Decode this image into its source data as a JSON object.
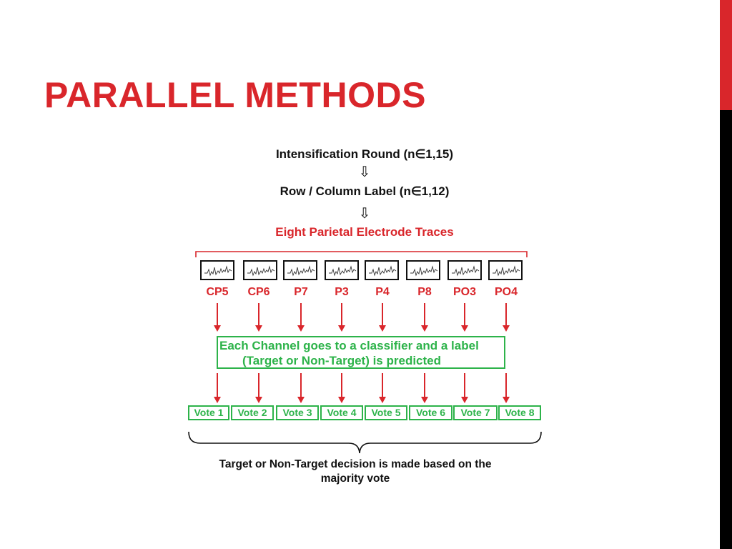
{
  "slide": {
    "title": "PARALLEL METHODS"
  },
  "diagram": {
    "round_label": "Intensification Round (n∈1,15)",
    "rowcol_label": "Row / Column Label (n∈1,12)",
    "traces_label": "Eight Parietal Electrode Traces",
    "down_arrow_glyph": "⇩",
    "electrodes": [
      "CP5",
      "CP6",
      "P7",
      "P3",
      "P4",
      "P8",
      "PO3",
      "PO4"
    ],
    "classifier_line1": "Each Channel goes to a classifier and a label",
    "classifier_line2": "(Target or Non-Target) is predicted",
    "votes": [
      "Vote 1",
      "Vote 2",
      "Vote 3",
      "Vote 4",
      "Vote 5",
      "Vote 6",
      "Vote 7",
      "Vote 8"
    ],
    "decision_line1": "Target or Non-Target decision is made based on the",
    "decision_line2": "majority vote"
  },
  "colors": {
    "accent_red": "#d9262b",
    "classifier_green": "#2db34a",
    "sidebar_black": "#000000"
  }
}
